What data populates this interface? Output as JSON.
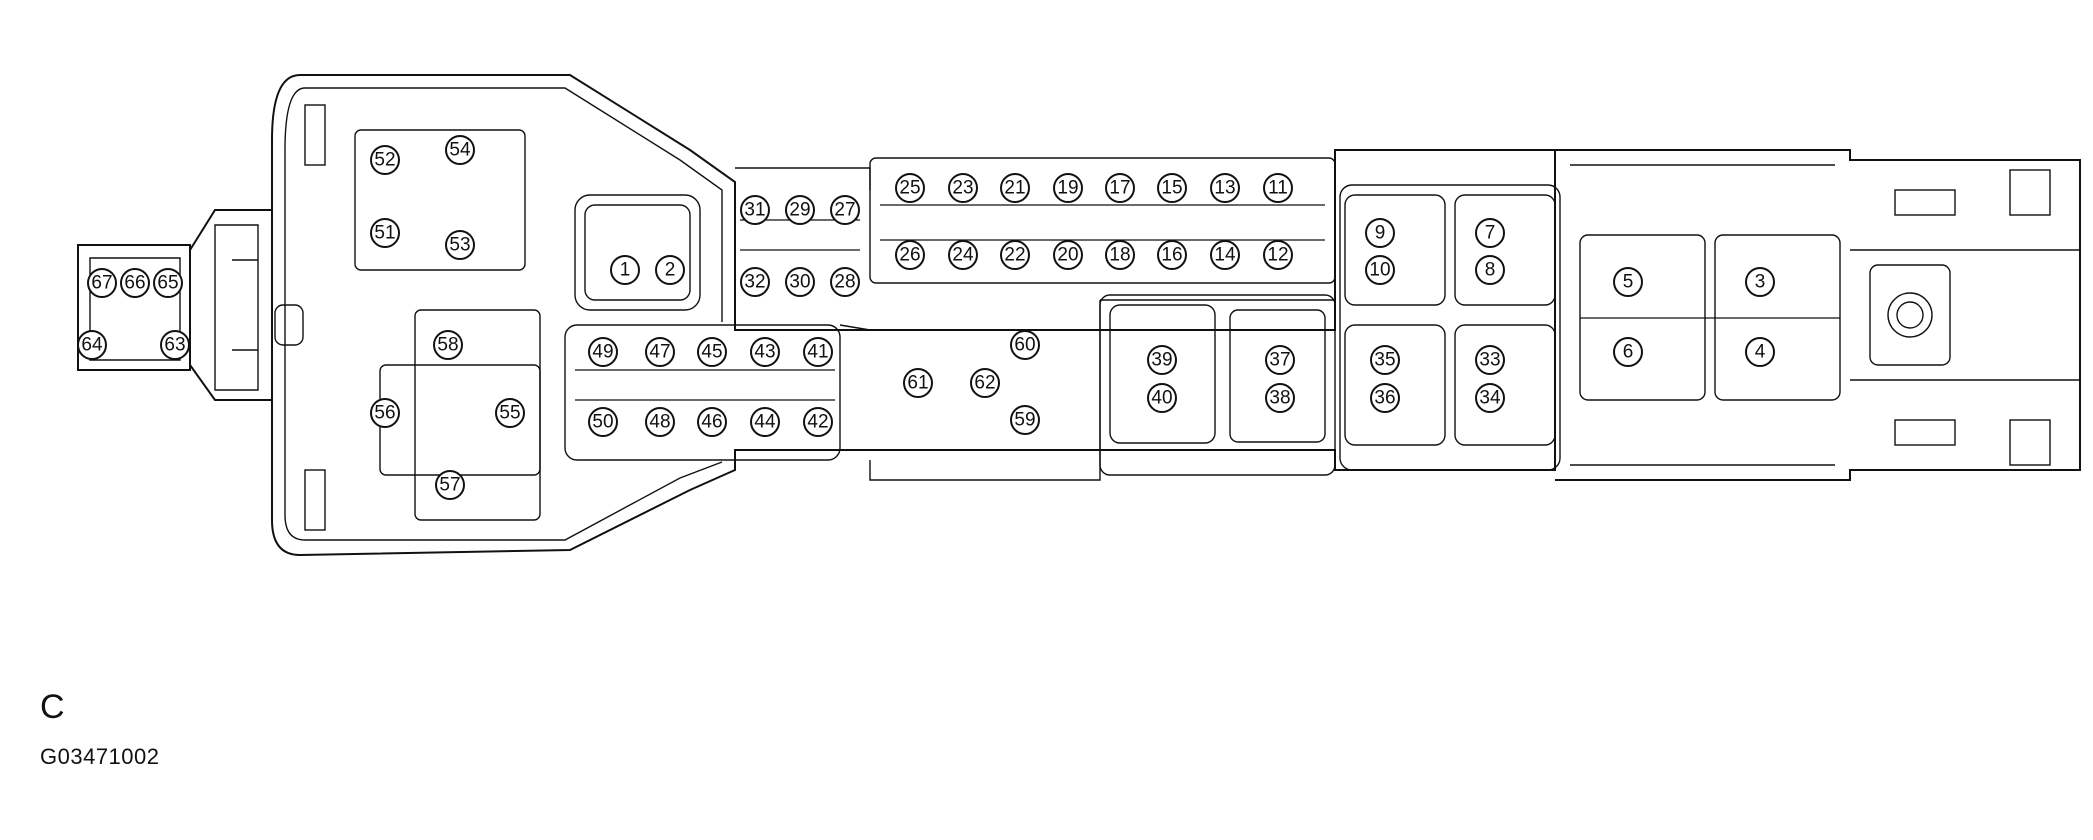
{
  "diagram": {
    "view_label": "C",
    "figure_code": "G03471002",
    "terminals": [
      "1",
      "2",
      "3",
      "4",
      "5",
      "6",
      "7",
      "8",
      "9",
      "10",
      "11",
      "12",
      "13",
      "14",
      "15",
      "16",
      "17",
      "18",
      "19",
      "20",
      "21",
      "22",
      "23",
      "24",
      "25",
      "26",
      "27",
      "28",
      "29",
      "30",
      "31",
      "32",
      "33",
      "34",
      "35",
      "36",
      "37",
      "38",
      "39",
      "40",
      "41",
      "42",
      "43",
      "44",
      "45",
      "46",
      "47",
      "48",
      "49",
      "50",
      "51",
      "52",
      "53",
      "54",
      "55",
      "56",
      "57",
      "58",
      "59",
      "60",
      "61",
      "62",
      "63",
      "64",
      "65",
      "66",
      "67"
    ]
  }
}
